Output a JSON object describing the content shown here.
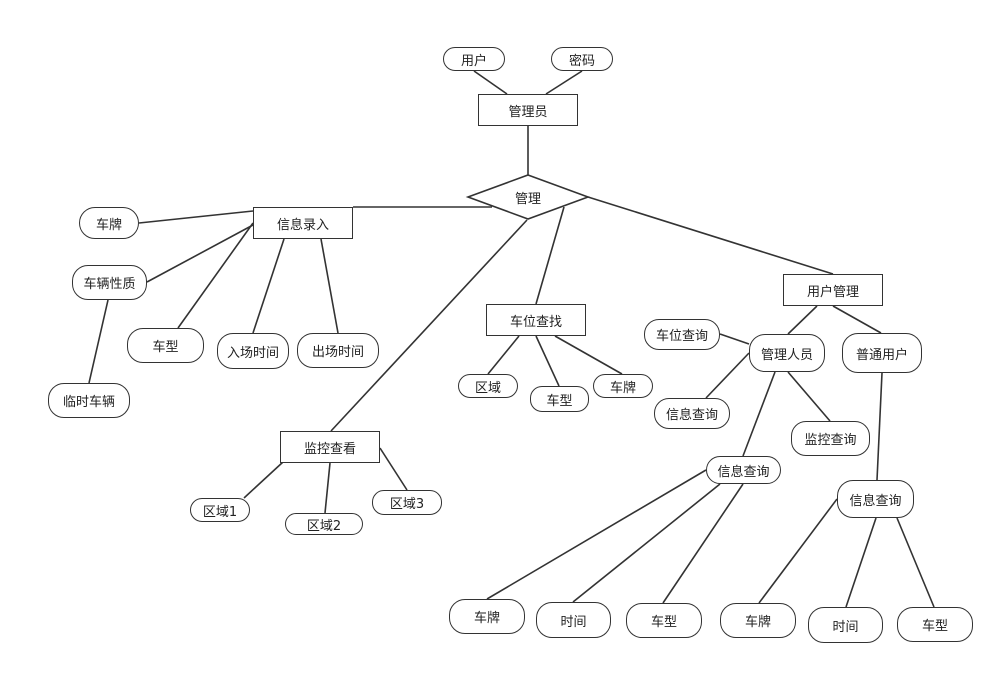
{
  "nodes": {
    "user": "用户",
    "password": "密码",
    "admin": "管理员",
    "manage": "管理",
    "info_entry": "信息录入",
    "plate_a": "车牌",
    "vehicle_nature": "车辆性质",
    "temp_vehicle": "临时车辆",
    "model_a": "车型",
    "entry_time": "入场时间",
    "exit_time": "出场时间",
    "space_search": "车位查找",
    "area": "区域",
    "model_b": "车型",
    "plate_b": "车牌",
    "monitor_view": "监控查看",
    "area1": "区域1",
    "area2": "区域2",
    "area3": "区域3",
    "user_mgmt": "用户管理",
    "space_query": "车位查询",
    "staff": "管理人员",
    "normal_user": "普通用户",
    "info_query_a": "信息查询",
    "monitor_query": "监控查询",
    "info_query_b": "信息查询",
    "info_query_c": "信息查询",
    "plate_c": "车牌",
    "time_a": "时间",
    "model_c": "车型",
    "plate_d": "车牌",
    "time_b": "时间",
    "model_d": "车型"
  }
}
